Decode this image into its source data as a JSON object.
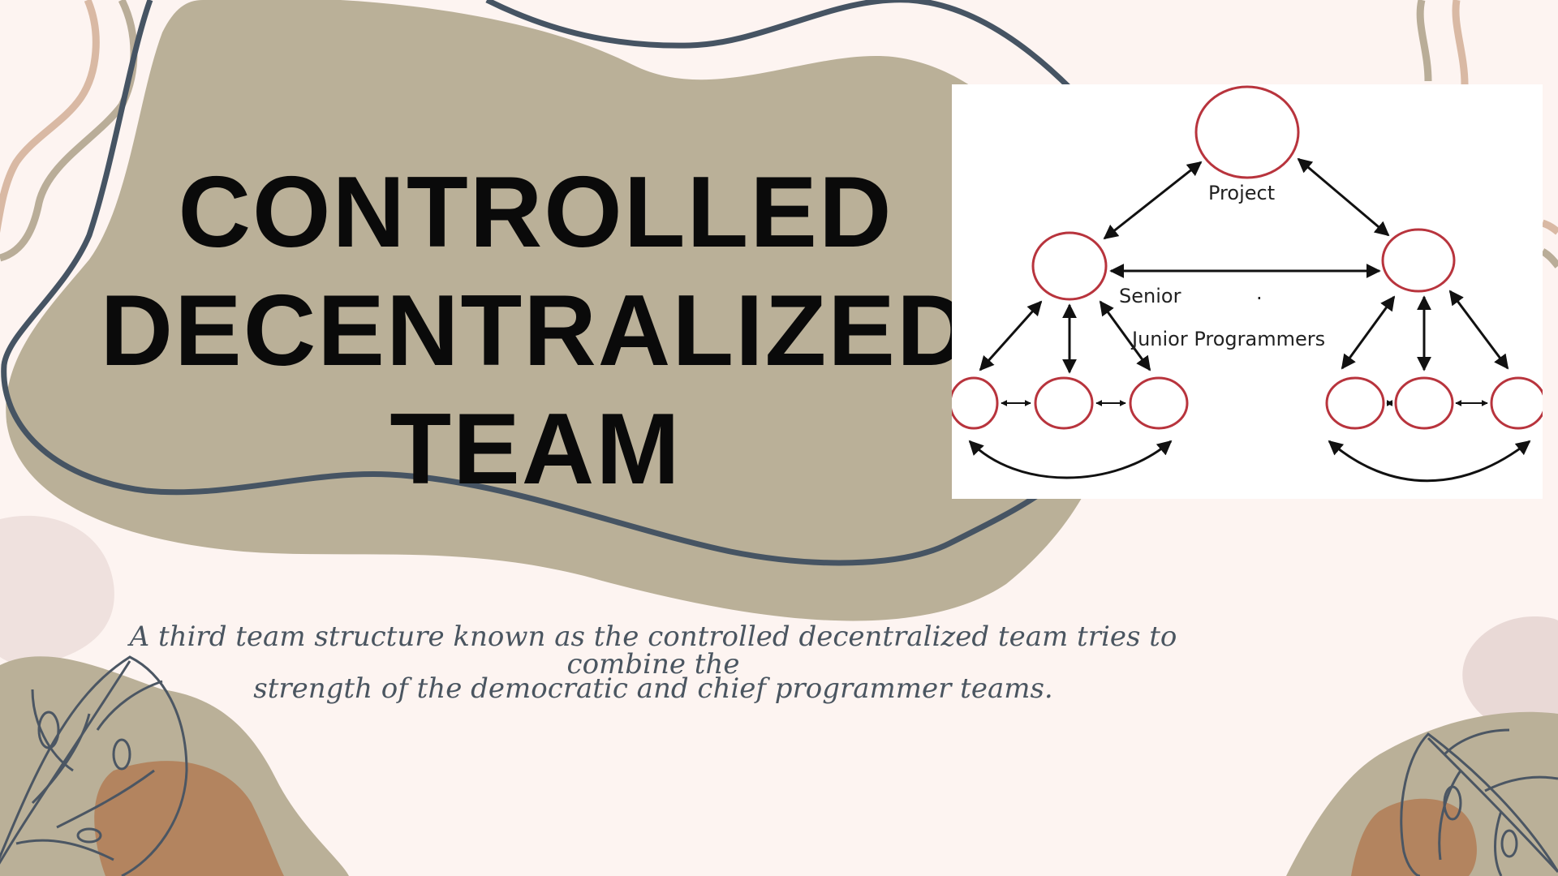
{
  "slide": {
    "title_lines": [
      "CONTROLLED",
      "DECENTRALIZED",
      "TEAM"
    ],
    "caption_lines": [
      "A third team structure known as the controlled decentralized team tries to combine the",
      "strength of the democratic and chief programmer teams."
    ]
  },
  "diagram": {
    "project_label": "Project",
    "senior_label": "Senior",
    "junior_label": "Junior Programmers",
    "stray_mark": "."
  },
  "colors": {
    "background": "#fdf4f1",
    "blob": "#bab098",
    "outline_curve": "#465463",
    "node_stroke": "#b8343d",
    "terracotta": "#b3845f",
    "leaf_stroke": "#4b5663",
    "title": "#0a0a0a",
    "caption": "#4a5560"
  }
}
